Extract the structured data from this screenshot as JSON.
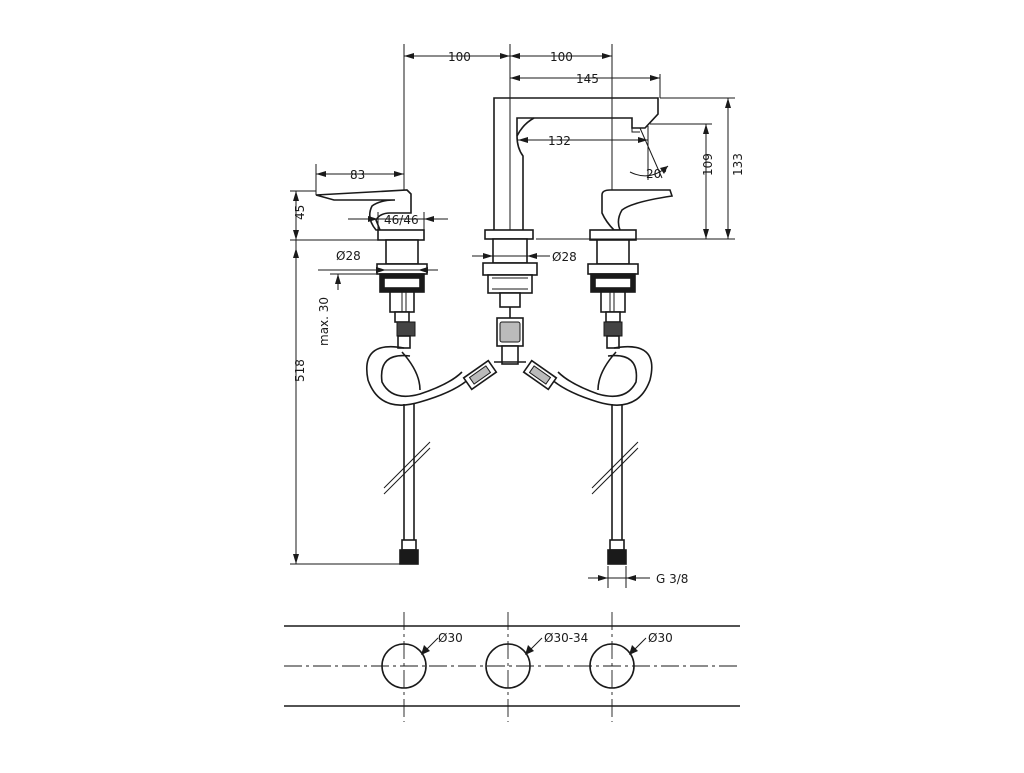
{
  "dimensions": {
    "d100_left": "100",
    "d100_right": "100",
    "d145": "145",
    "d132": "132",
    "d83": "83",
    "d4646": "46/46",
    "d20deg": "20°",
    "d109": "109",
    "d133": "133",
    "d45": "45",
    "d28_left": "Ø28",
    "d28_right": "Ø28",
    "dmax30": "max. 30",
    "d518": "518",
    "thread": "G 3/8"
  },
  "holes": {
    "left": "Ø30",
    "center": "Ø30-34",
    "right": "Ø30"
  }
}
